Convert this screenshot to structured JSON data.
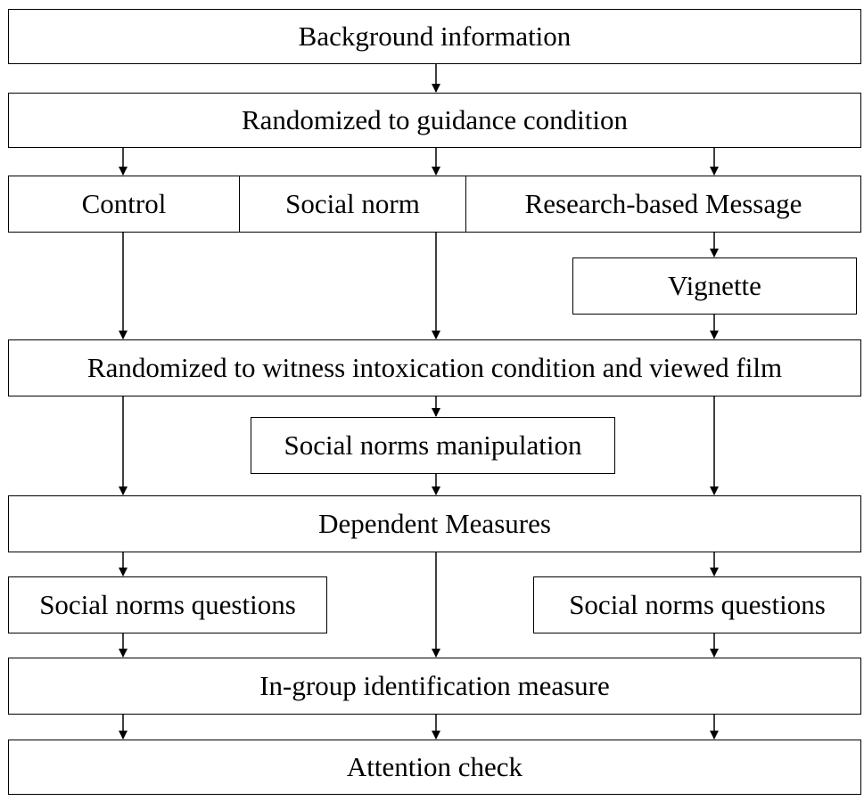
{
  "boxes": {
    "background": "Background information",
    "randomized_guidance": "Randomized to guidance condition",
    "control": "Control",
    "social_norm": "Social norm",
    "research_message": "Research-based Message",
    "vignette": "Vignette",
    "randomized_witness": "Randomized to witness intoxication condition and viewed film",
    "norms_manipulation": "Social norms manipulation",
    "dependent_measures": "Dependent Measures",
    "norms_questions_left": "Social norms questions",
    "norms_questions_right": "Social norms questions",
    "ingroup_measure": "In-group identification measure",
    "attention_check": "Attention check"
  },
  "colors": {
    "stroke": "#000000",
    "background": "#ffffff"
  }
}
